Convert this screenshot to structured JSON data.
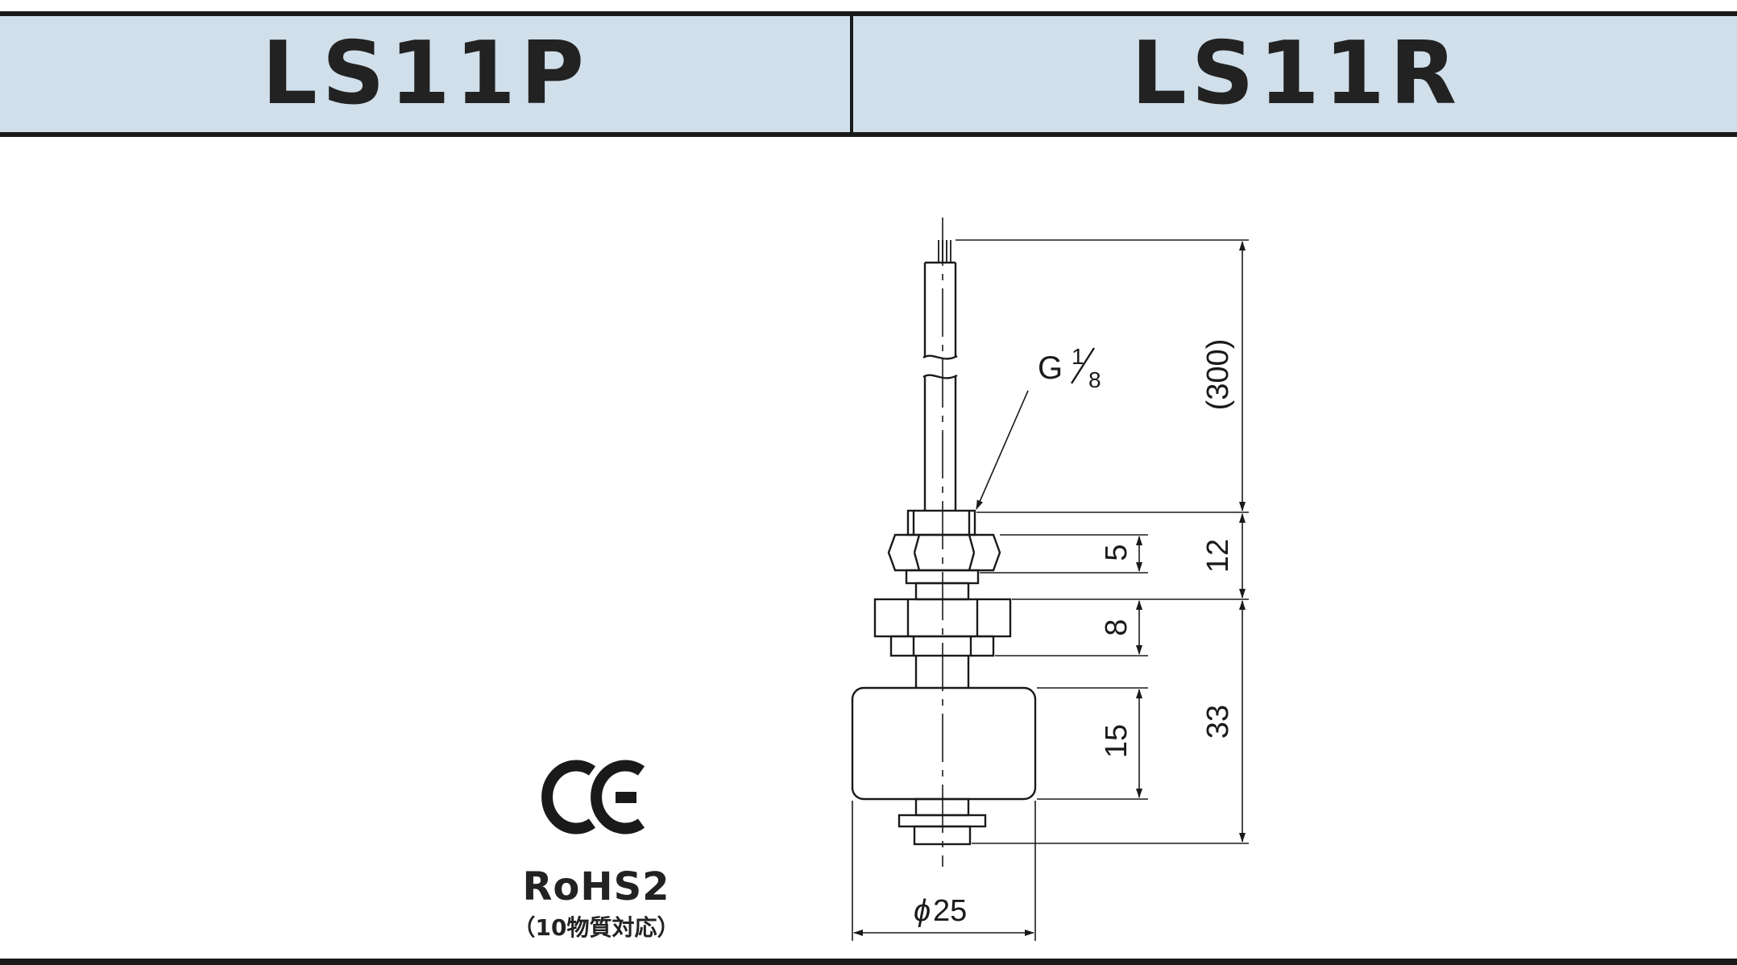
{
  "header": {
    "left_model": "LS11P",
    "right_model": "LS11R"
  },
  "drawing": {
    "thread_label": {
      "prefix": "G",
      "numerator": "1",
      "denominator": "8"
    },
    "dimensions": {
      "cable_length": "(300)",
      "nut_height": "5",
      "fitting_height": "12",
      "collar_height": "8",
      "float_height": "15",
      "lower_length": "33",
      "float_diameter": "25"
    }
  },
  "certifications": {
    "ce_mark": "CE",
    "rohs": "RoHS2",
    "rohs_note": "（10物質対応）"
  },
  "colors": {
    "header_bg": "#d0dfea",
    "ink": "#1a1a1a"
  }
}
